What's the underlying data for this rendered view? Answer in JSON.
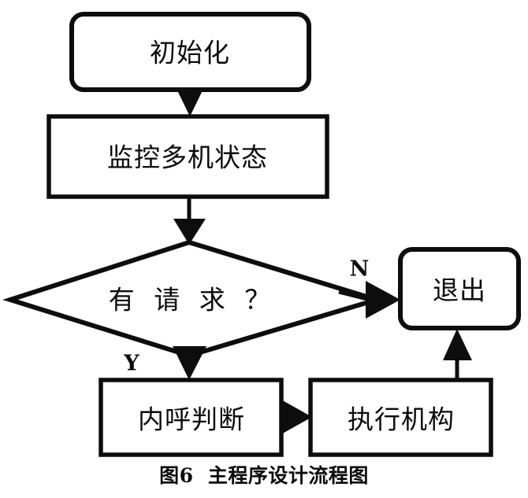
{
  "figure": {
    "caption": "图6  主程序设计流程图"
  },
  "flowchart": {
    "nodes": [
      {
        "id": "initialize",
        "label": "初始化",
        "shape": "rounded-rect"
      },
      {
        "id": "monitor",
        "label": "监控多机状态",
        "shape": "rect"
      },
      {
        "id": "has-request",
        "label": "有 请 求 ？",
        "shape": "diamond"
      },
      {
        "id": "exit",
        "label": "退出",
        "shape": "rounded-rect"
      },
      {
        "id": "inner-call",
        "label": "内呼判断",
        "shape": "rect"
      },
      {
        "id": "actuator",
        "label": "执行机构",
        "shape": "rect"
      }
    ],
    "branch_labels": {
      "no": "N",
      "yes": "Y"
    },
    "colors": {
      "stroke": "#0d0d0d",
      "fill": "#ffffff",
      "text": "#0b0b0b"
    }
  }
}
